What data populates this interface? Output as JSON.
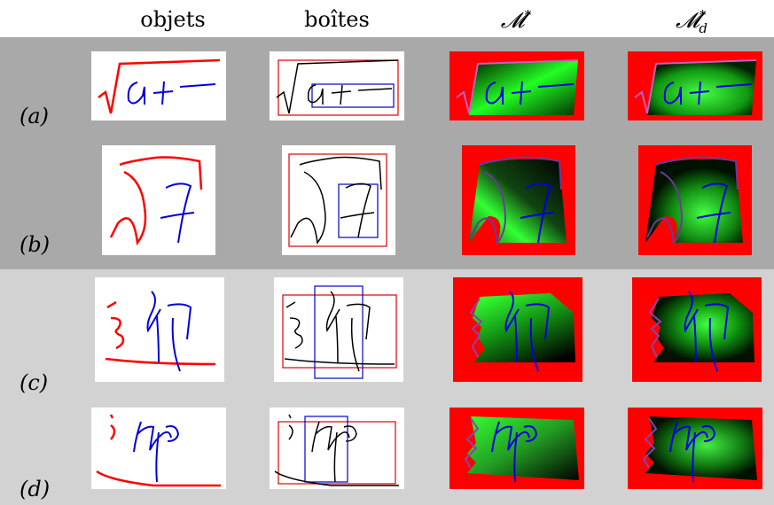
{
  "columns": {
    "objects": "objets",
    "boxes": "boîtes",
    "map_star": "𝓜*",
    "map_star_d": "𝓜*_d"
  },
  "rows": [
    {
      "label": "(a)"
    },
    {
      "label": "(b)"
    },
    {
      "label": "(c)"
    },
    {
      "label": "(d)"
    }
  ],
  "colors": {
    "band_top": "#a9a9a9",
    "band_bottom": "#d2d2d2",
    "stroke_object1": "#ff0000",
    "stroke_object2": "#0000dd",
    "map_background": "#ff0000",
    "map_field": "#00ff00"
  }
}
